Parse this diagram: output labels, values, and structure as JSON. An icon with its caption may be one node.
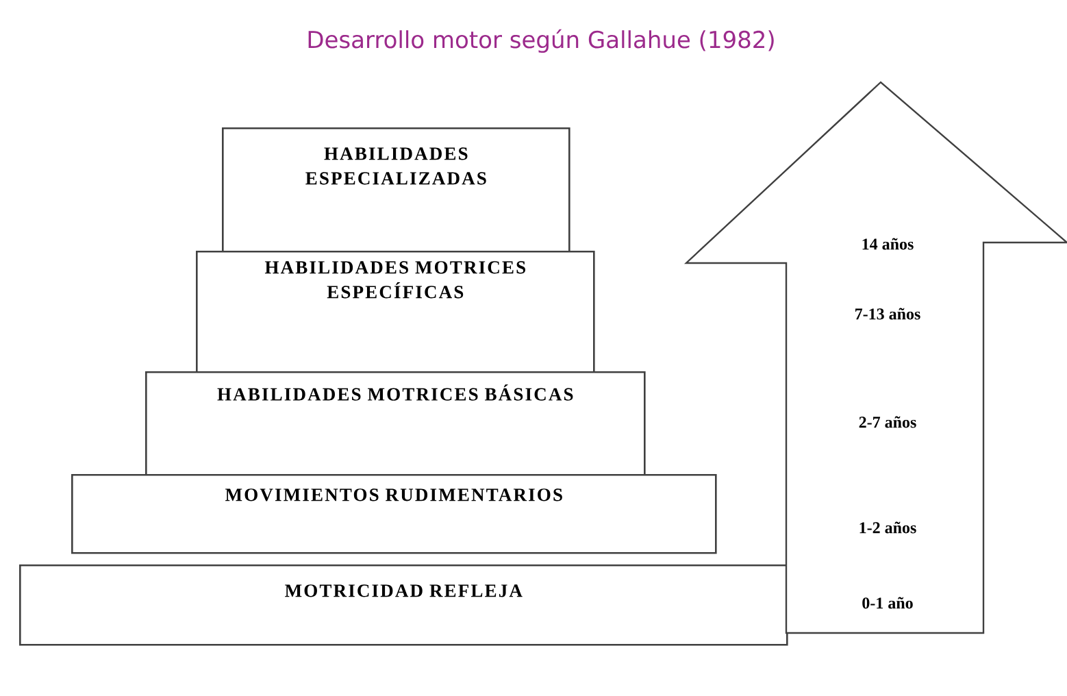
{
  "diagram": {
    "title": "Desarrollo motor según Gallahue (1982)",
    "nodes": [
      {
        "text": [
          "HABILIDADES ESPECIALIZADAS"
        ]
      },
      {
        "text": [
          "HABILIDADES MOTRICES ESPECÍFICAS"
        ]
      },
      {
        "text": [
          "HABILIDADES MOTRICES BÁSICAS"
        ]
      },
      {
        "text": [
          "MOVIMIENTOS RUDIMENTARIOS"
        ]
      },
      {
        "text": [
          "MOTRICIDAD REFLEJA"
        ]
      },
      {
        "text": [
          "14 años",
          "7-13 años",
          "2-7 años",
          "1-2 años",
          "0-1 año"
        ]
      }
    ]
  }
}
